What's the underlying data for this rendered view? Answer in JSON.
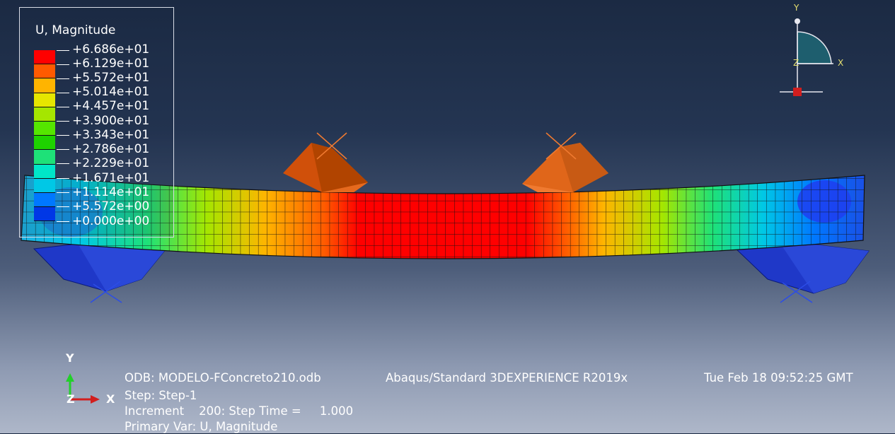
{
  "legend": {
    "title": "U, Magnitude",
    "values": [
      "+6.686e+01",
      "+6.129e+01",
      "+5.572e+01",
      "+5.014e+01",
      "+4.457e+01",
      "+3.900e+01",
      "+3.343e+01",
      "+2.786e+01",
      "+2.229e+01",
      "+1.671e+01",
      "+1.114e+01",
      "+5.572e+00",
      "+0.000e+00"
    ],
    "colors": [
      "#ff0000",
      "#ff5a00",
      "#ffb400",
      "#e6e600",
      "#a5e600",
      "#55e600",
      "#1ed200",
      "#1ee178",
      "#00e6c8",
      "#00c8e6",
      "#0078ff",
      "#0037e6"
    ]
  },
  "triad": {
    "y": "Y",
    "x": "X",
    "z": "Z"
  },
  "axes_small": {
    "y": "Y",
    "x": "X",
    "z": "Z"
  },
  "info": {
    "odb": "ODB: MODELO-FConcreto210.odb",
    "solver": "Abaqus/Standard 3DEXPERIENCE R2019x",
    "date": "Tue Feb 18 09:52:25 GMT",
    "step": "Step: Step-1",
    "increment": "Increment    200: Step Time =     1.000",
    "primary": "Primary Var: U, Magnitude"
  },
  "colors": {
    "background_top": "#1b2a43",
    "background_bottom": "#aeb7c9"
  }
}
